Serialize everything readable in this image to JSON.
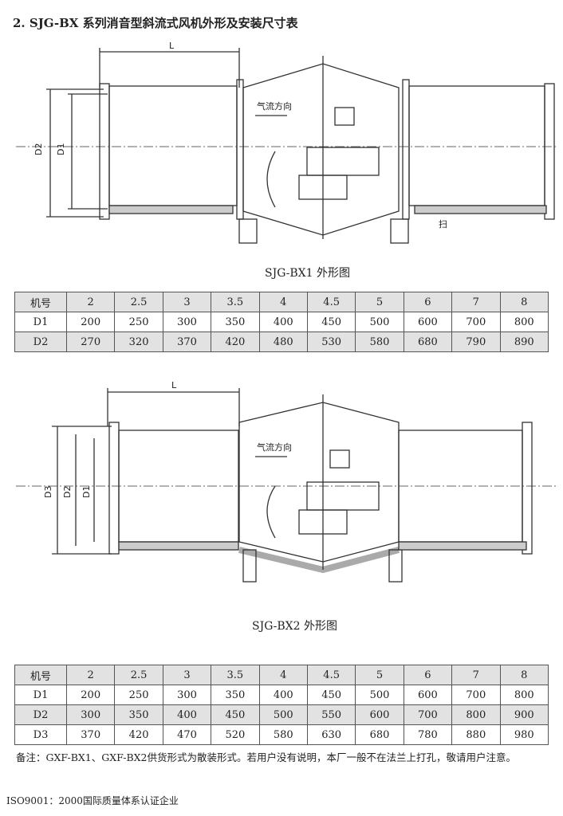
{
  "title": "2. SJG-BX 系列消音型斜流式风机外形及安装尺寸表",
  "drawing1": {
    "caption": "SJG-BX1 外形图",
    "labels": {
      "L": "L",
      "D1": "D1",
      "D2": "D2",
      "airflow": "气流方向",
      "mark": "扫"
    }
  },
  "drawing2": {
    "caption": "SJG-BX2 外形图",
    "labels": {
      "L": "L",
      "D1": "D1",
      "D2": "D2",
      "D3": "D3",
      "airflow": "气流方向"
    }
  },
  "table1": {
    "header": [
      "机号",
      "2",
      "2.5",
      "3",
      "3.5",
      "4",
      "4.5",
      "5",
      "6",
      "7",
      "8"
    ],
    "rows": [
      [
        "D1",
        "200",
        "250",
        "300",
        "350",
        "400",
        "450",
        "500",
        "600",
        "700",
        "800"
      ],
      [
        "D2",
        "270",
        "320",
        "370",
        "420",
        "480",
        "530",
        "580",
        "680",
        "790",
        "890"
      ]
    ]
  },
  "table2": {
    "header": [
      "机号",
      "2",
      "2.5",
      "3",
      "3.5",
      "4",
      "4.5",
      "5",
      "6",
      "7",
      "8"
    ],
    "rows": [
      [
        "D1",
        "200",
        "250",
        "300",
        "350",
        "400",
        "450",
        "500",
        "600",
        "700",
        "800"
      ],
      [
        "D2",
        "300",
        "350",
        "400",
        "450",
        "500",
        "550",
        "600",
        "700",
        "800",
        "900"
      ],
      [
        "D3",
        "370",
        "420",
        "470",
        "520",
        "580",
        "630",
        "680",
        "780",
        "880",
        "980"
      ]
    ]
  },
  "note": "备注：GXF-BX1、GXF-BX2供货形式为散装形式。若用户没有说明，本厂一般不在法兰上打孔，敬请用户注意。",
  "footer": "ISO9001：2000国际质量体系认证企业"
}
